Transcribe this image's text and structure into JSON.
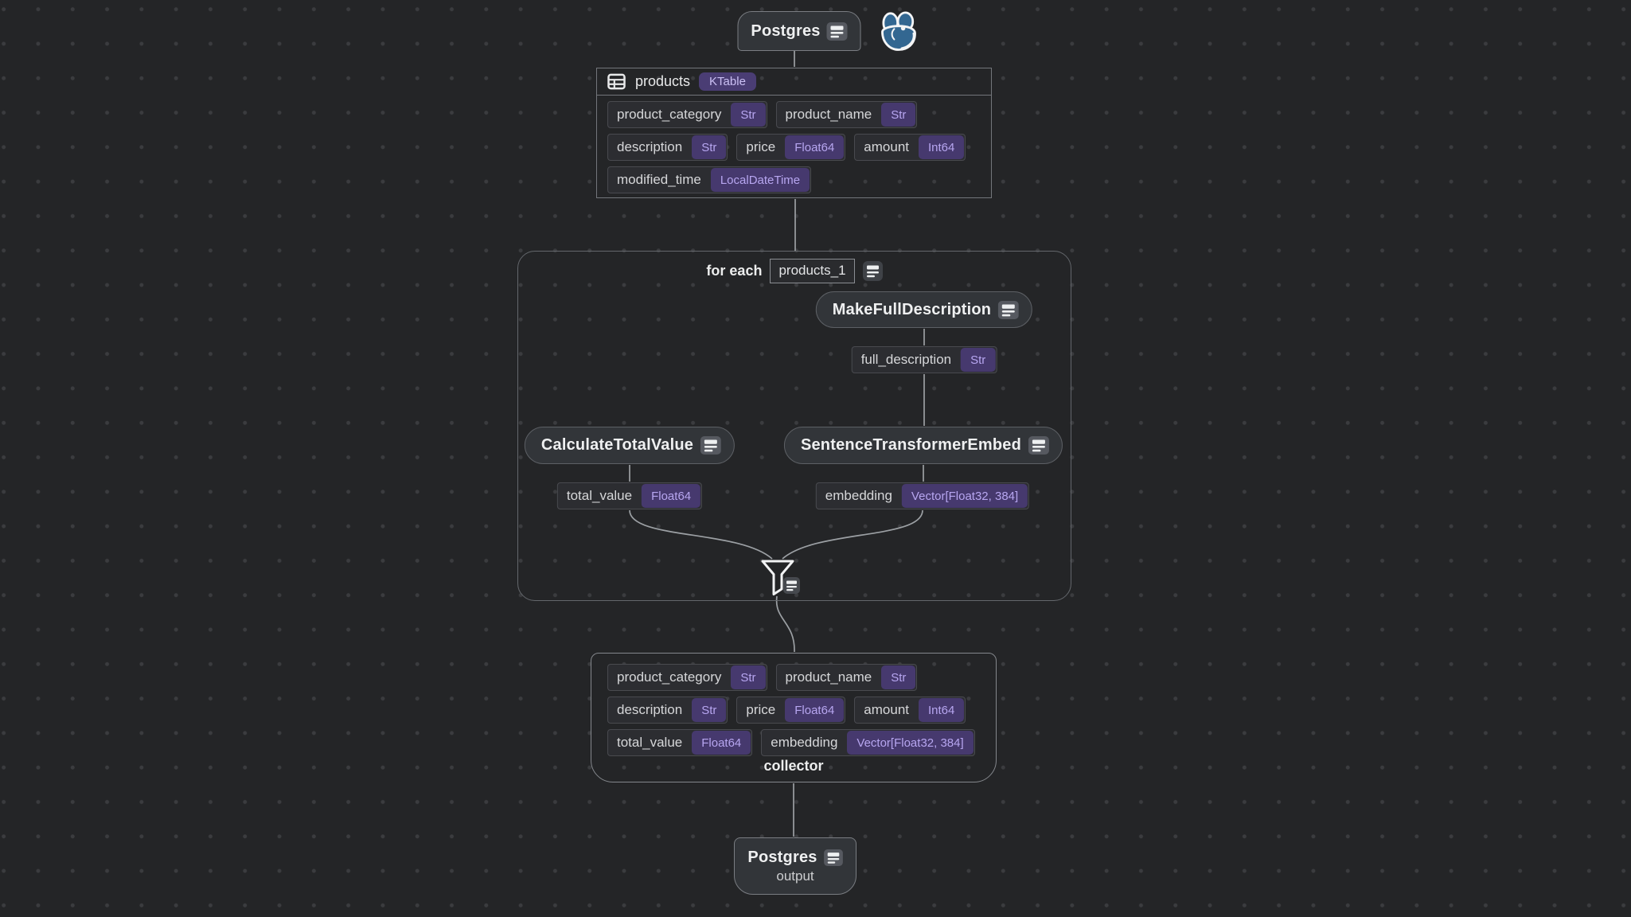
{
  "canvas": {
    "background": "#242527",
    "dot_color": "#3b3c3f",
    "wire_color": "#9ca0a4",
    "accent_purple": "#46396e",
    "accent_purple_text": "#b7a6f0",
    "postgres_blue": "#336791"
  },
  "source_node": {
    "title": "Postgres"
  },
  "products_table": {
    "title": "products",
    "badge": "KTable",
    "rows": [
      [
        {
          "name": "product_category",
          "type": "Str"
        },
        {
          "name": "product_name",
          "type": "Str"
        }
      ],
      [
        {
          "name": "description",
          "type": "Str"
        },
        {
          "name": "price",
          "type": "Float64"
        },
        {
          "name": "amount",
          "type": "Int64"
        }
      ],
      [
        {
          "name": "modified_time",
          "type": "LocalDateTime"
        }
      ]
    ]
  },
  "for_each": {
    "label": "for each",
    "iterator": "products_1",
    "nodes": {
      "make_full_description": {
        "title": "MakeFullDescription",
        "output": {
          "name": "full_description",
          "type": "Str"
        }
      },
      "calculate_total_value": {
        "title": "CalculateTotalValue",
        "output": {
          "name": "total_value",
          "type": "Float64"
        }
      },
      "sentence_transformer_embed": {
        "title": "SentenceTransformerEmbed",
        "output": {
          "name": "embedding",
          "type": "Vector[Float32, 384]"
        }
      }
    }
  },
  "collector": {
    "label": "collector",
    "rows": [
      [
        {
          "name": "product_category",
          "type": "Str"
        },
        {
          "name": "product_name",
          "type": "Str"
        }
      ],
      [
        {
          "name": "description",
          "type": "Str"
        },
        {
          "name": "price",
          "type": "Float64"
        },
        {
          "name": "amount",
          "type": "Int64"
        }
      ],
      [
        {
          "name": "total_value",
          "type": "Float64"
        },
        {
          "name": "embedding",
          "type": "Vector[Float32, 384]"
        }
      ]
    ]
  },
  "output_node": {
    "title": "Postgres",
    "subtitle": "output"
  },
  "icons": {
    "node_info": "doc-icon",
    "table": "table-icon",
    "filter": "funnel-icon",
    "logo": "postgresql-elephant-logo"
  }
}
